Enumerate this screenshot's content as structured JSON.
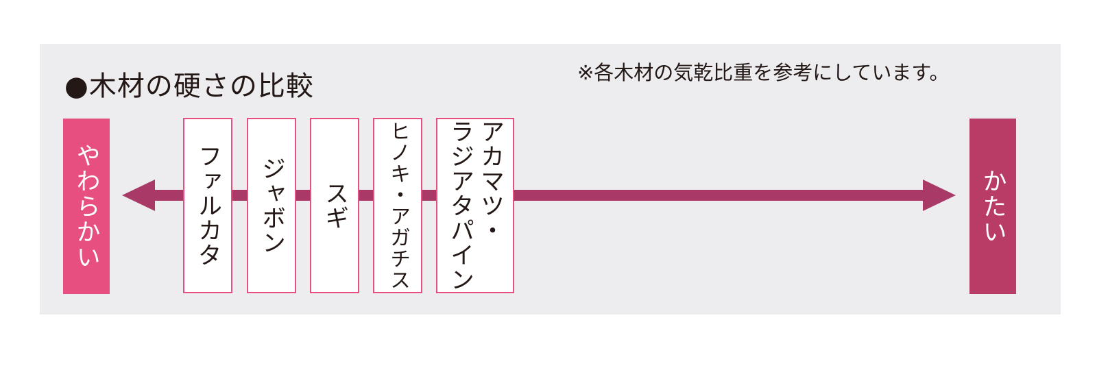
{
  "title": "●木材の硬さの比較",
  "note": "※各木材の気乾比重を参考にしています。",
  "scale": {
    "soft_label": "やわらかい",
    "hard_label": "かたい",
    "colors": {
      "soft": "#e64f80",
      "hard": "#b93c66",
      "arrow": "#a93a68",
      "box_border": "#e64f80",
      "background": "#ededef"
    }
  },
  "woods": [
    {
      "label": "ファルカタ"
    },
    {
      "label": "ジャボン"
    },
    {
      "label": "スギ"
    },
    {
      "label": "ヒノキ・アガチス"
    },
    {
      "label": "アカマツ・\nラジアタパイン"
    }
  ]
}
